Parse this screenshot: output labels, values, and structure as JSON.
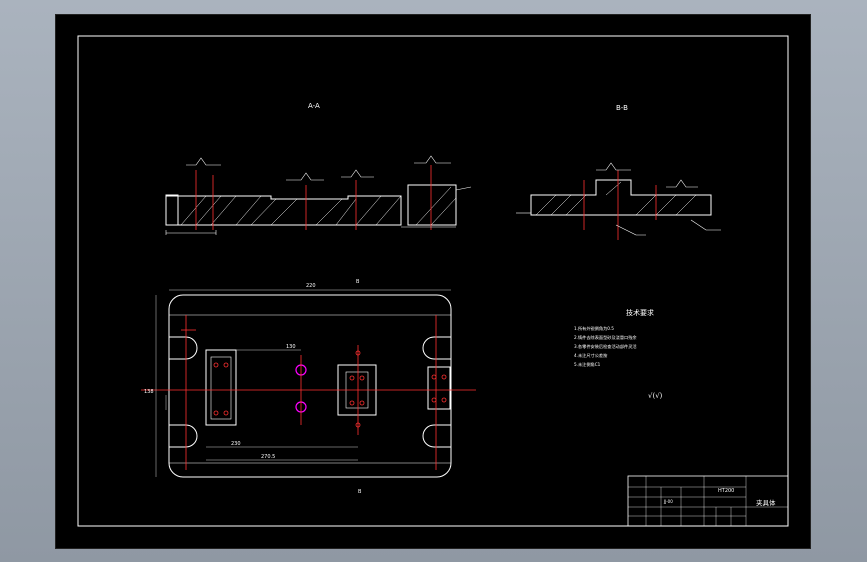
{
  "viewport": {
    "background": "#000000"
  },
  "colors": {
    "line": "#ffffff",
    "center": "#ff3030",
    "hole": "#ff00ff",
    "dim": "#cccccc"
  },
  "section_a": {
    "title": "A-A"
  },
  "section_b": {
    "title": "B-B"
  },
  "plan_view": {
    "dims": {
      "top": "220",
      "bottom1": "230",
      "bottom2": "270.5",
      "left": "138",
      "mid": "130",
      "bot_left": "B",
      "top_left": "B"
    }
  },
  "tech_req": {
    "title": "技术要求",
    "items": [
      "1.所有外锐倒角为0.5",
      "2.铸件去除表面型砂及浇冒口残余",
      "3.各零件安装后检查活动部件灵活",
      "4.未注尺寸公差按",
      "5.未注倒角C1"
    ],
    "roughness_symbol": "√(√)"
  },
  "title_block": {
    "drawing_title": "夹具体",
    "part_no": "JJ-00",
    "material": "HT200"
  }
}
